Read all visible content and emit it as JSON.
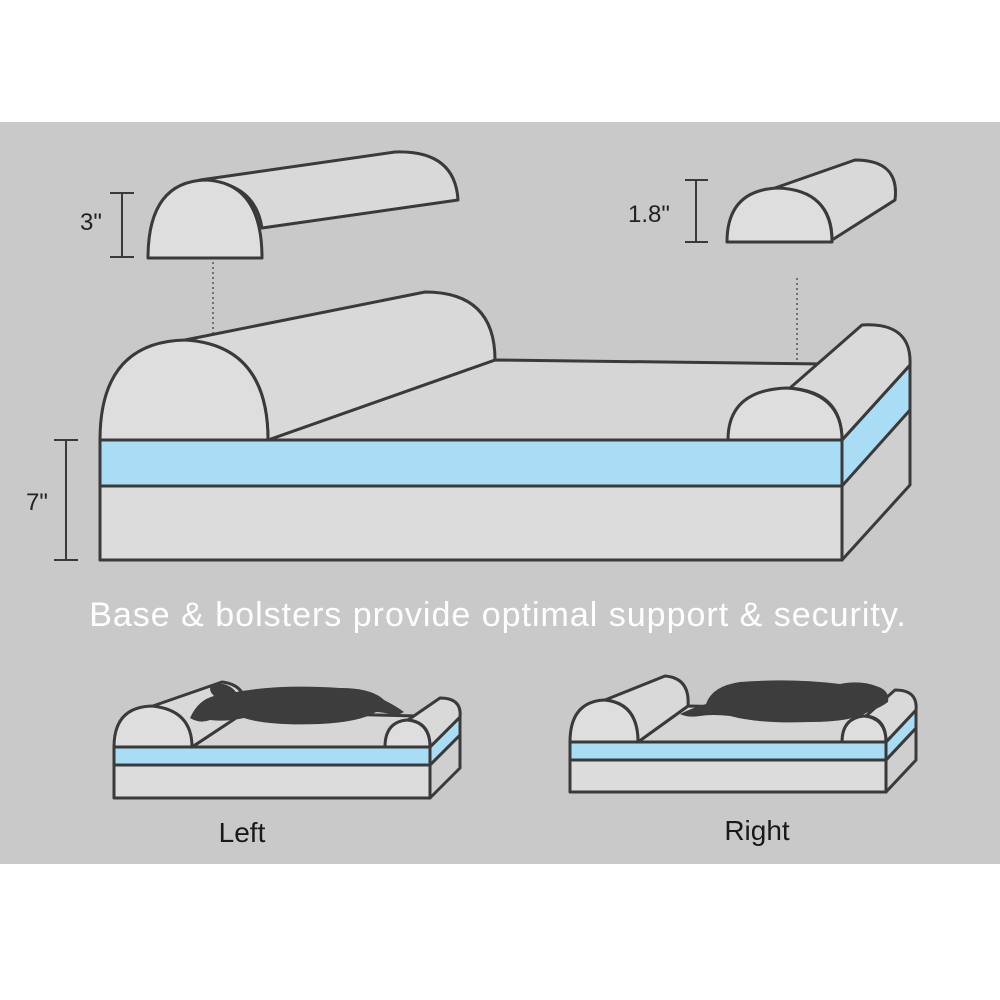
{
  "colors": {
    "panel_background": "#c9c9c9",
    "foam": "#dcdcdc",
    "foam_top": "#d6d6d6",
    "gel_layer": "#a9dcf5",
    "outline": "#3a3a3a",
    "dog": "#3d3d3d",
    "headline_text": "#ffffff"
  },
  "dimensions": {
    "large_bolster": "3\"",
    "small_bolster": "1.8\"",
    "base_height": "7\""
  },
  "headline": "Base & bolsters provide optimal support & security.",
  "variants": [
    {
      "label": "Left"
    },
    {
      "label": "Right"
    }
  ]
}
